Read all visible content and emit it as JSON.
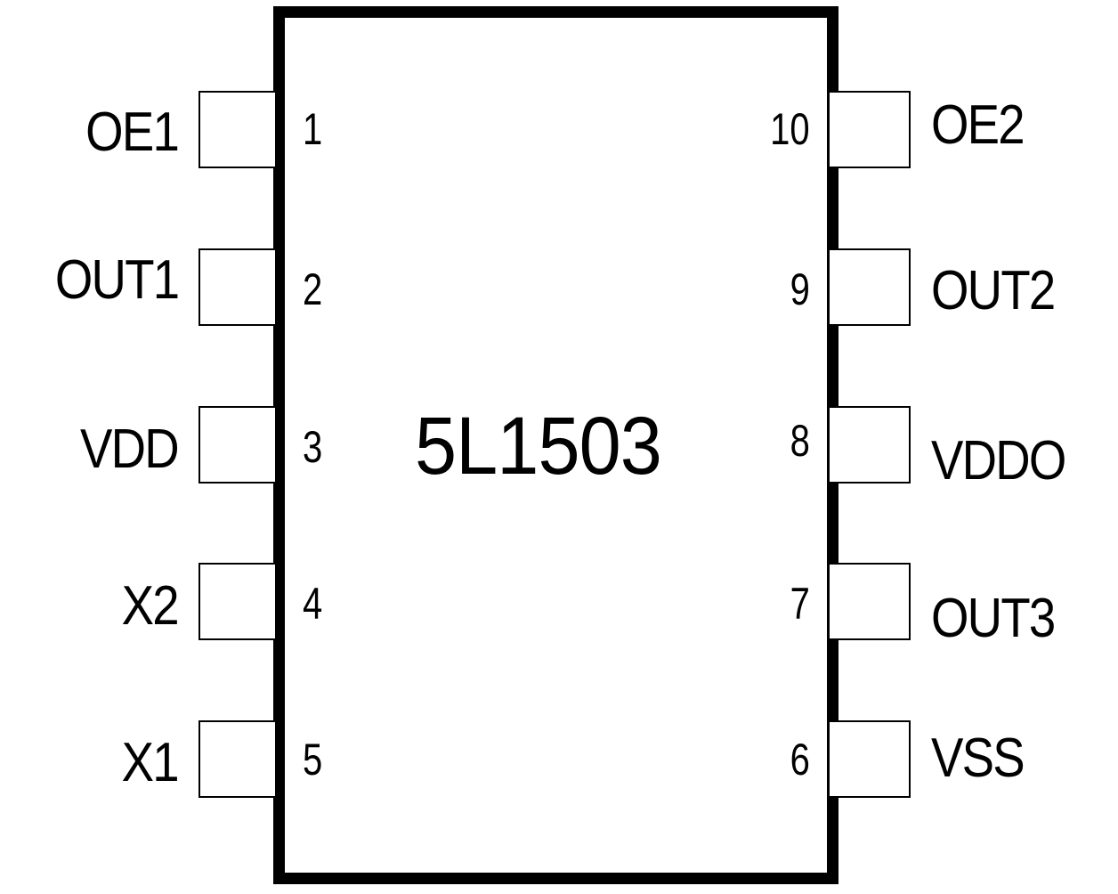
{
  "chip": {
    "part_number": "5L1503"
  },
  "pins_left": [
    {
      "number": "1",
      "name": "OE1"
    },
    {
      "number": "2",
      "name": "OUT1"
    },
    {
      "number": "3",
      "name": "VDD"
    },
    {
      "number": "4",
      "name": "X2"
    },
    {
      "number": "5",
      "name": "X1"
    }
  ],
  "pins_right": [
    {
      "number": "10",
      "name": "OE2"
    },
    {
      "number": "9",
      "name": "OUT2"
    },
    {
      "number": "8",
      "name": "VDDO"
    },
    {
      "number": "7",
      "name": "OUT3"
    },
    {
      "number": "6",
      "name": "VSS"
    }
  ],
  "colors": {
    "outline": "#000000",
    "background": "#ffffff"
  }
}
